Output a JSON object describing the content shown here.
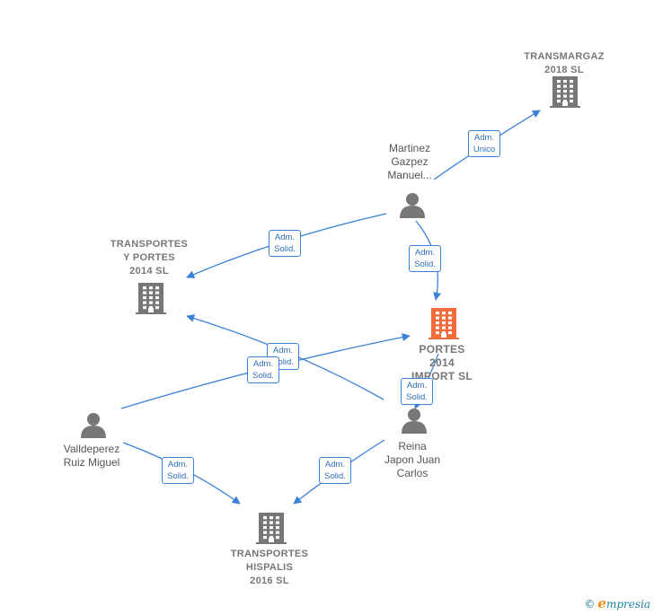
{
  "nodes": {
    "transmargaz": {
      "label_lines": [
        "TRANSMARGAZ",
        "2018  SL"
      ],
      "icon": "building-icon",
      "color": "#777777"
    },
    "transportes_y_portes": {
      "label_lines": [
        "TRANSPORTES",
        "Y PORTES",
        "2014  SL"
      ],
      "icon": "building-icon",
      "color": "#777777"
    },
    "portes_2014_import": {
      "label_lines": [
        "PORTES",
        "2014",
        "IMPORT  SL"
      ],
      "icon": "building-icon",
      "color": "#f26b3a"
    },
    "transportes_hispalis": {
      "label_lines": [
        "TRANSPORTES",
        "HISPALIS",
        "2016  SL"
      ],
      "icon": "building-icon",
      "color": "#777777"
    },
    "martinez": {
      "label_lines": [
        "Martinez",
        "Gazpez",
        "Manuel..."
      ],
      "icon": "person-icon",
      "color": "#777777"
    },
    "valldeperez": {
      "label_lines": [
        "Valldeperez",
        "Ruiz Miguel"
      ],
      "icon": "person-icon",
      "color": "#777777"
    },
    "reina": {
      "label_lines": [
        "Reina",
        "Japon Juan",
        "Carlos"
      ],
      "icon": "person-icon",
      "color": "#777777"
    }
  },
  "edges": [
    {
      "from": "martinez",
      "to": "transmargaz",
      "label_lines": [
        "Adm.",
        "Unico"
      ]
    },
    {
      "from": "martinez",
      "to": "transportes_y_portes",
      "label_lines": [
        "Adm.",
        "Solid."
      ]
    },
    {
      "from": "martinez",
      "to": "portes_2014_import",
      "label_lines": [
        "Adm.",
        "Solid."
      ]
    },
    {
      "from": "reina",
      "to": "transportes_y_portes",
      "label_lines": [
        "Adm.",
        "Solid."
      ]
    },
    {
      "from": "valldeperez",
      "to": "portes_2014_import",
      "label_lines": [
        "Adm.",
        "Solid."
      ]
    },
    {
      "from": "reina",
      "to": "portes_2014_import",
      "label_lines": [
        "Adm.",
        "Solid."
      ]
    },
    {
      "from": "valldeperez",
      "to": "transportes_hispalis",
      "label_lines": [
        "Adm.",
        "Solid."
      ]
    },
    {
      "from": "reina",
      "to": "transportes_hispalis",
      "label_lines": [
        "Adm.",
        "Solid."
      ]
    }
  ],
  "edge_color": "#3b82d6",
  "brand": {
    "copyright": "©",
    "initial": "e",
    "name": "mpresia"
  }
}
